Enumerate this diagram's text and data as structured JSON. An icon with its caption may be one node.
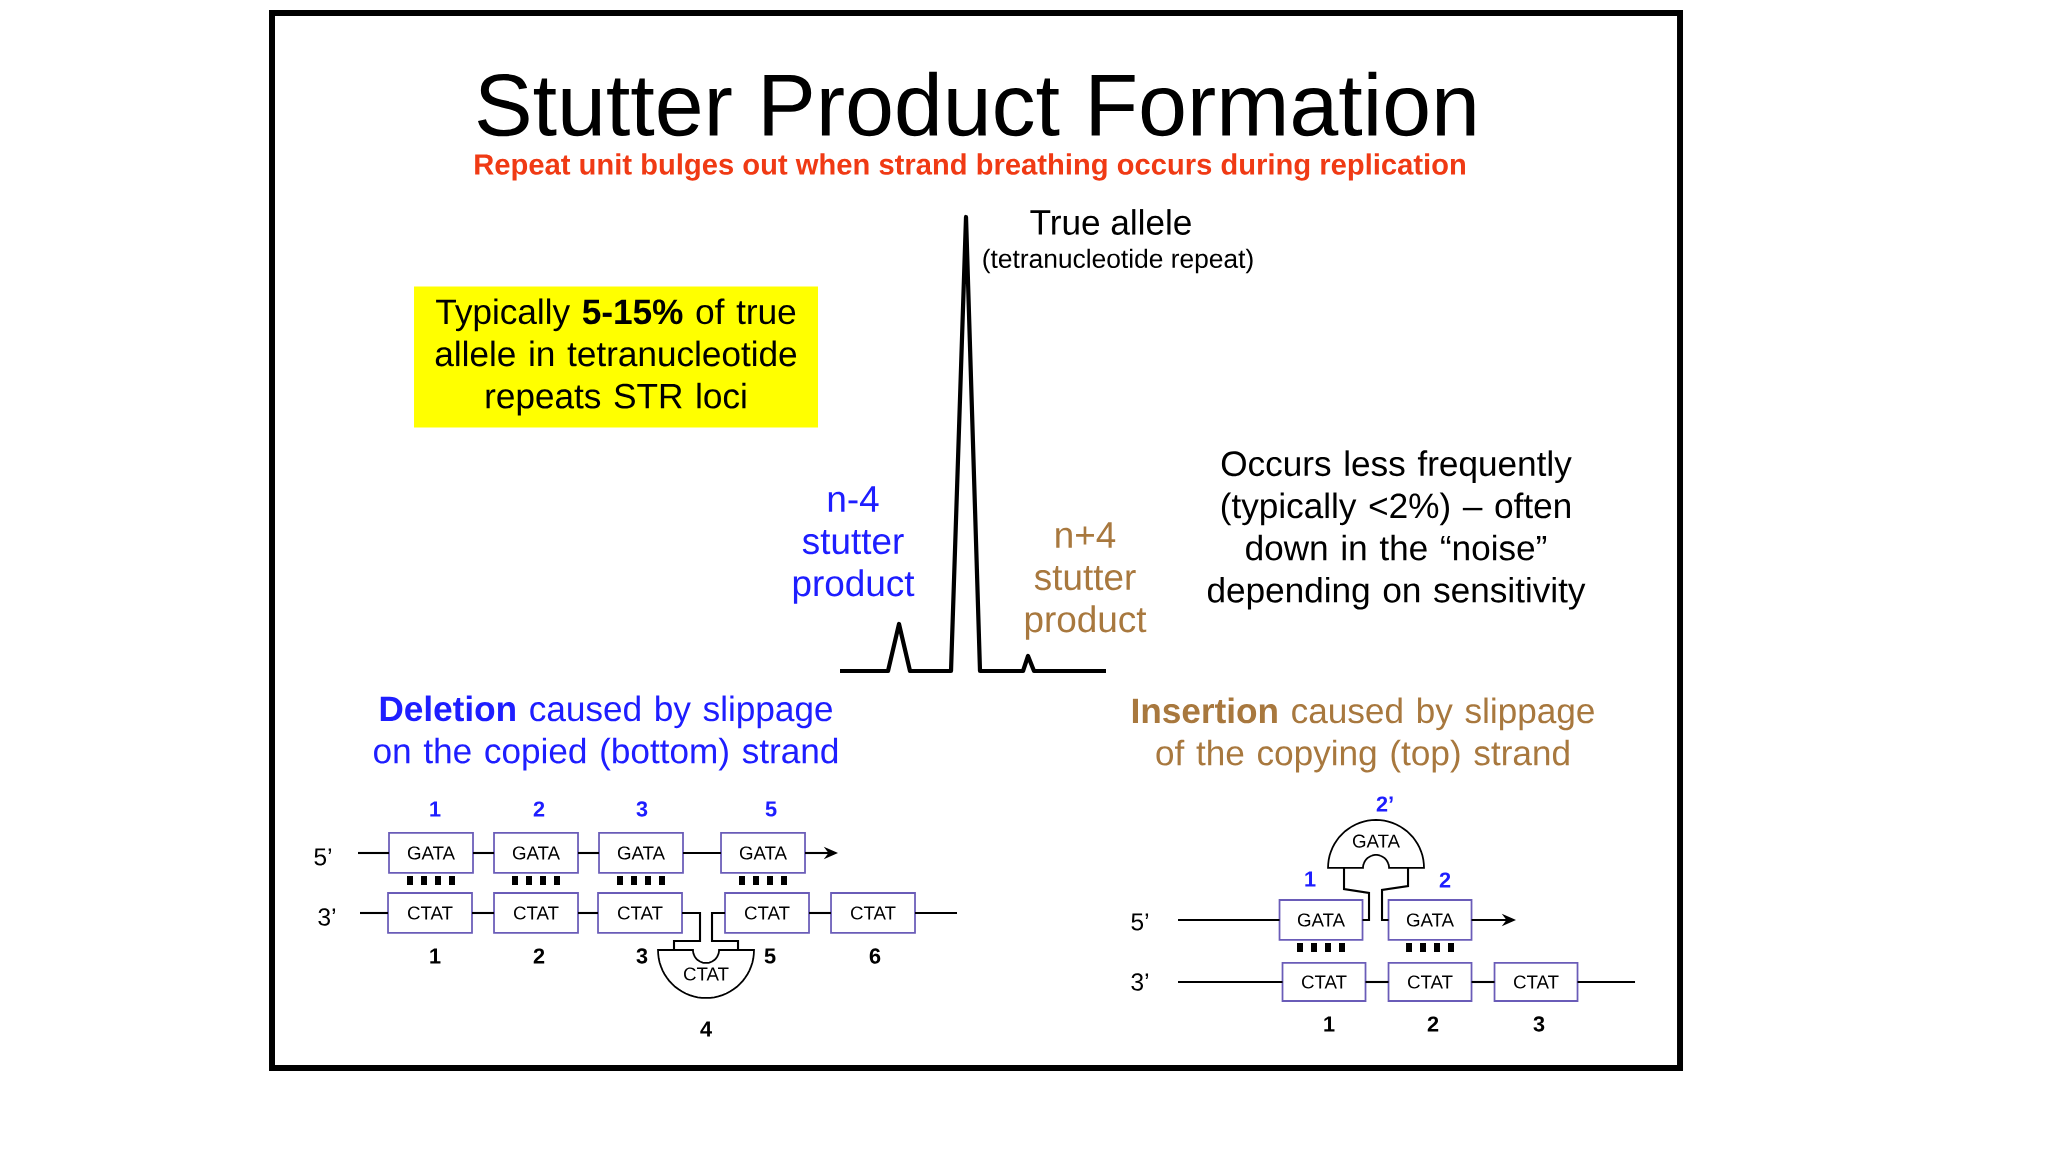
{
  "diagram": {
    "title": "Stutter Product Formation",
    "nodes": [
      {
        "text": [
          "Typically **5-15%** of true allele in tetranucleotide repeats STR loci"
        ]
      },
      {
        "text": [
          "GATA"
        ],
        "beside": [
          "1"
        ]
      },
      {
        "text": [
          "GATA"
        ],
        "beside": [
          "2"
        ]
      },
      {
        "text": [
          "GATA"
        ],
        "beside": [
          "3"
        ]
      },
      {
        "text": [
          "GATA"
        ],
        "beside": [
          "5"
        ]
      },
      {
        "text": [
          "CTAT"
        ],
        "beside": [
          "1"
        ]
      },
      {
        "text": [
          "CTAT"
        ],
        "beside": [
          "2"
        ]
      },
      {
        "text": [
          "CTAT"
        ],
        "beside": [
          "3"
        ]
      },
      {
        "text": [
          "CTAT"
        ],
        "beside": [
          "4"
        ]
      },
      {
        "text": [
          "CTAT"
        ],
        "beside": [
          "5"
        ]
      },
      {
        "text": [
          "CTAT"
        ],
        "beside": [
          "6"
        ]
      },
      {
        "text": [
          "GATA"
        ],
        "beside": [
          "1"
        ]
      },
      {
        "text": [
          "GATA"
        ],
        "beside": [
          "2’"
        ]
      },
      {
        "text": [
          "GATA"
        ],
        "beside": [
          "2"
        ]
      },
      {
        "text": [
          "CTAT"
        ],
        "beside": [
          "1"
        ]
      },
      {
        "text": [
          "CTAT"
        ],
        "beside": [
          "2"
        ]
      },
      {
        "text": [
          "CTAT"
        ],
        "beside": [
          "3"
        ]
      }
    ],
    "edges": [
      {
        "from": null,
        "to": 1,
        "arrow": "none"
      },
      {
        "from": 1,
        "to": 2,
        "arrow": "none"
      },
      {
        "from": 2,
        "to": 3,
        "arrow": "none"
      },
      {
        "from": 3,
        "to": 4,
        "arrow": "none"
      },
      {
        "from": 4,
        "to": null,
        "arrow": "to"
      },
      {
        "from": null,
        "to": 5,
        "arrow": "none"
      },
      {
        "from": 5,
        "to": 6,
        "arrow": "none"
      },
      {
        "from": 6,
        "to": 7,
        "arrow": "none"
      },
      {
        "from": 7,
        "to": 8,
        "arrow": "none"
      },
      {
        "from": 8,
        "to": 9,
        "arrow": "none"
      },
      {
        "from": 9,
        "to": 10,
        "arrow": "none"
      },
      {
        "from": 10,
        "to": null,
        "arrow": "none"
      },
      {
        "from": null,
        "to": 11,
        "arrow": "none"
      },
      {
        "from": 11,
        "to": 12,
        "arrow": "none"
      },
      {
        "from": 12,
        "to": 13,
        "arrow": "none"
      },
      {
        "from": 13,
        "to": null,
        "arrow": "to"
      },
      {
        "from": null,
        "to": 14,
        "arrow": "none"
      },
      {
        "from": 14,
        "to": 15,
        "arrow": "none"
      },
      {
        "from": 15,
        "to": 16,
        "arrow": "none"
      },
      {
        "from": 16,
        "to": null,
        "arrow": "none"
      }
    ],
    "labels": [
      "Repeat unit bulges out when strand breathing occurs during replication",
      "True allele",
      "(tetranucleotide repeat)",
      "n-4 stutter product",
      "n+4 stutter product",
      "Occurs less frequently (typically <2%) – often down in the “noise” depending on sensitivity",
      "**Deletion** caused by slippage on the copied (bottom) strand",
      "5’",
      "3’",
      "**Insertion** caused by slippage of the copying (top) strand",
      "5’",
      "3’"
    ]
  }
}
